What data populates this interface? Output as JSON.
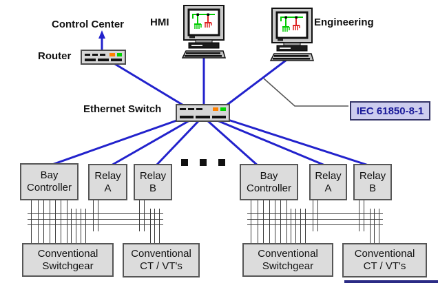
{
  "labels": {
    "control_center": "Control Center",
    "hmi": "HMI",
    "engineering": "Engineering",
    "router": "Router",
    "ethernet_switch": "Ethernet Switch"
  },
  "badge": {
    "text": "IEC 61850-8-1"
  },
  "bays": {
    "left": {
      "bay_controller": "Bay\nController",
      "relay_a": "Relay\nA",
      "relay_b": "Relay\nB",
      "switchgear": "Conventional\nSwitchgear",
      "ct_vt": "Conventional\nCT / VT's"
    },
    "right": {
      "bay_controller": "Bay\nController",
      "relay_a": "Relay\nA",
      "relay_b": "Relay\nB",
      "switchgear": "Conventional\nSwitchgear",
      "ct_vt": "Conventional\nCT / VT's"
    }
  },
  "colors": {
    "link": "#2222cc",
    "wire": "#3a3a3a",
    "box_fill": "#dcdcdc",
    "box_border": "#565656",
    "badge_bg": "#ccccee",
    "badge_border": "#333366",
    "badge_text": "#1a1a99",
    "led_orange": "#ff8000",
    "led_green": "#00d400",
    "screen_green": "#00cc00",
    "screen_red": "#dd2222"
  }
}
